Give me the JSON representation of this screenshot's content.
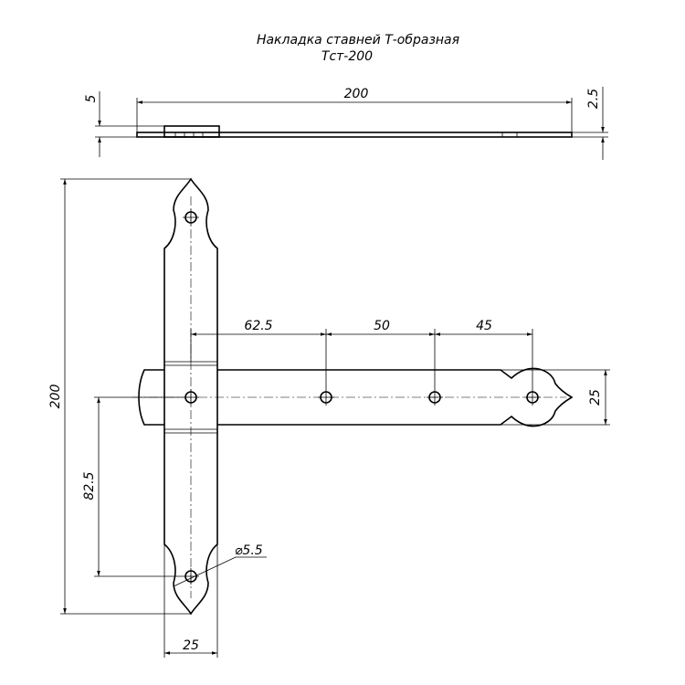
{
  "title": {
    "line1": "Накладка ставней Т-образная",
    "line2": "Тст-200"
  },
  "side_view": {
    "length_label": "200",
    "thickness_label": "5",
    "plate_thickness_label": "2.5"
  },
  "front_view": {
    "height_label": "200",
    "offset_label": "82.5",
    "width_label": "25",
    "arm_width_label": "25",
    "spacing_1_label": "62.5",
    "spacing_2_label": "50",
    "spacing_3_label": "45",
    "hole_label": "⌀5.5"
  }
}
